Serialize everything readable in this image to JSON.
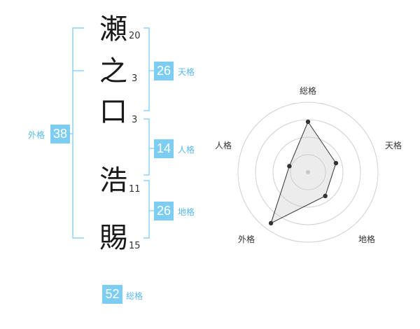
{
  "name": {
    "characters": [
      {
        "char": "瀬",
        "strokes": "20"
      },
      {
        "char": "之",
        "strokes": "3"
      },
      {
        "char": "口",
        "strokes": "3"
      },
      {
        "char": "浩",
        "strokes": "11"
      },
      {
        "char": "賜",
        "strokes": "15"
      }
    ]
  },
  "kaku": {
    "tenkaku": {
      "value": "26",
      "label": "天格"
    },
    "jinkaku": {
      "value": "14",
      "label": "人格"
    },
    "chikaku": {
      "value": "26",
      "label": "地格"
    },
    "gaikaku": {
      "value": "38",
      "label": "外格"
    },
    "soukaku": {
      "value": "52",
      "label": "総格"
    }
  },
  "colors": {
    "accent": "#7dcdf3",
    "accent_text": "#58b8ea",
    "bracket": "#8fd2f5"
  },
  "chart_data": {
    "type": "radar",
    "axes": [
      "総格",
      "天格",
      "地格",
      "外格",
      "人格"
    ],
    "values": [
      0.72,
      0.42,
      0.42,
      0.9,
      0.28
    ],
    "scale_max": 1,
    "rings": 4,
    "grid": true
  }
}
